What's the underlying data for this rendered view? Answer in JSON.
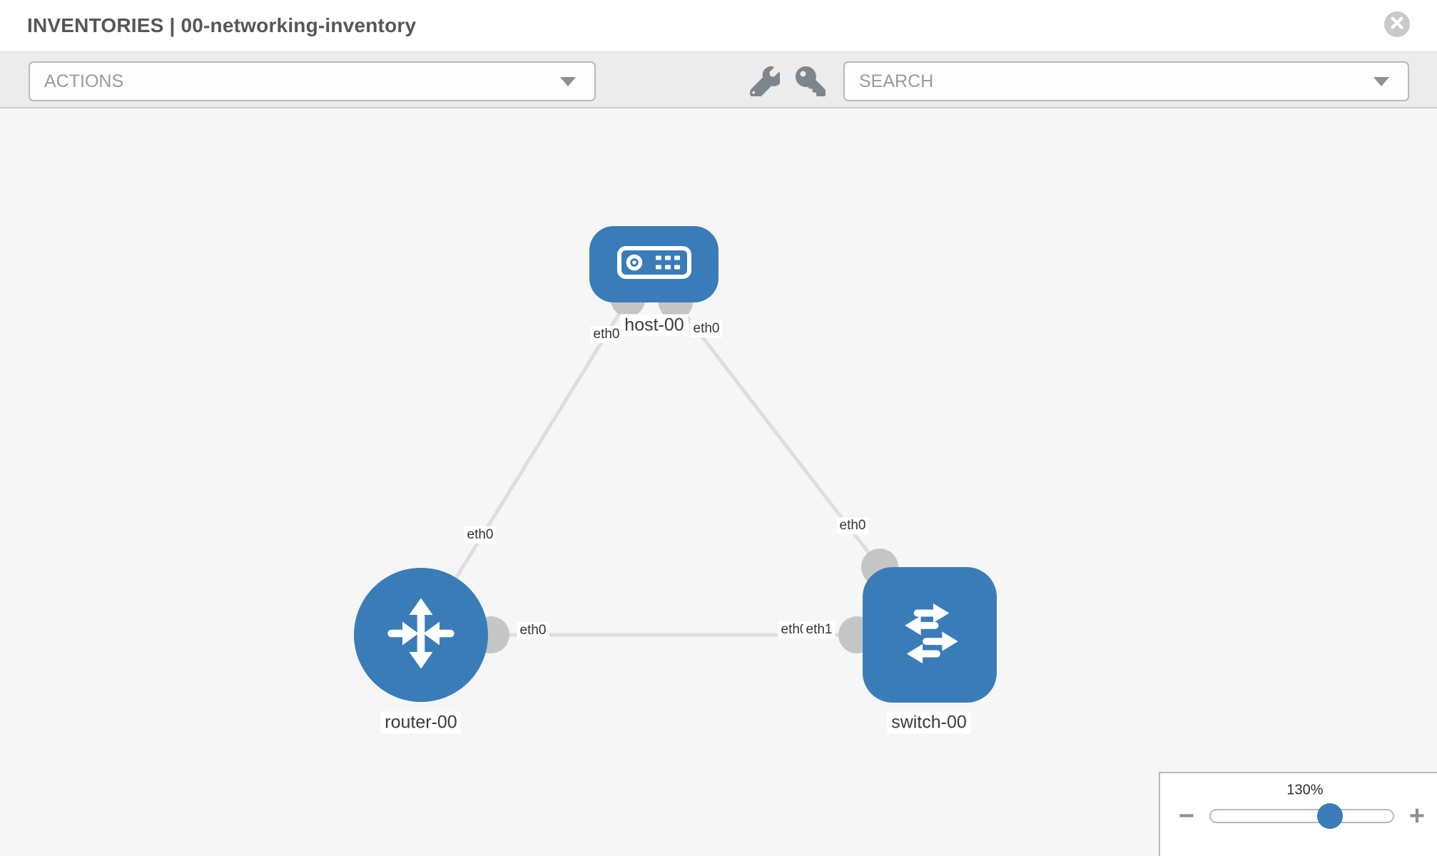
{
  "header": {
    "title": "INVENTORIES | 00-networking-inventory"
  },
  "toolbar": {
    "actions_label": "ACTIONS",
    "search_label": "SEARCH",
    "icons": [
      "wrench-icon",
      "key-icon"
    ]
  },
  "topology": {
    "nodes": [
      {
        "id": "host-00",
        "type": "host",
        "label": "host-00"
      },
      {
        "id": "router-00",
        "type": "router",
        "label": "router-00"
      },
      {
        "id": "switch-00",
        "type": "switch",
        "label": "switch-00"
      }
    ],
    "links": [
      {
        "from": "host-00",
        "from_if": "eth0",
        "to": "router-00",
        "to_if": "eth0"
      },
      {
        "from": "host-00",
        "from_if": "eth0",
        "to": "switch-00",
        "to_if": "eth0"
      },
      {
        "from": "router-00",
        "from_if": "eth0",
        "to": "switch-00",
        "to_if": "eth1"
      }
    ],
    "iface_labels": {
      "host_left": "eth0",
      "host_right": "eth0",
      "router_top": "eth0",
      "switch_top": "eth0",
      "router_mid": "eth0",
      "switch_mid_under": "eth0",
      "switch_mid": "eth1"
    }
  },
  "zoom": {
    "value": "130%",
    "minus": "−",
    "plus": "+"
  },
  "colors": {
    "node_blue": "#3a7cb8",
    "link_gray": "#dedede",
    "endpoint_gray": "#c6c6c6",
    "toolbar_bg": "#ececec",
    "canvas_bg": "#f6f6f6",
    "title_text": "#565656",
    "placeholder_text": "#9a9a9a"
  }
}
